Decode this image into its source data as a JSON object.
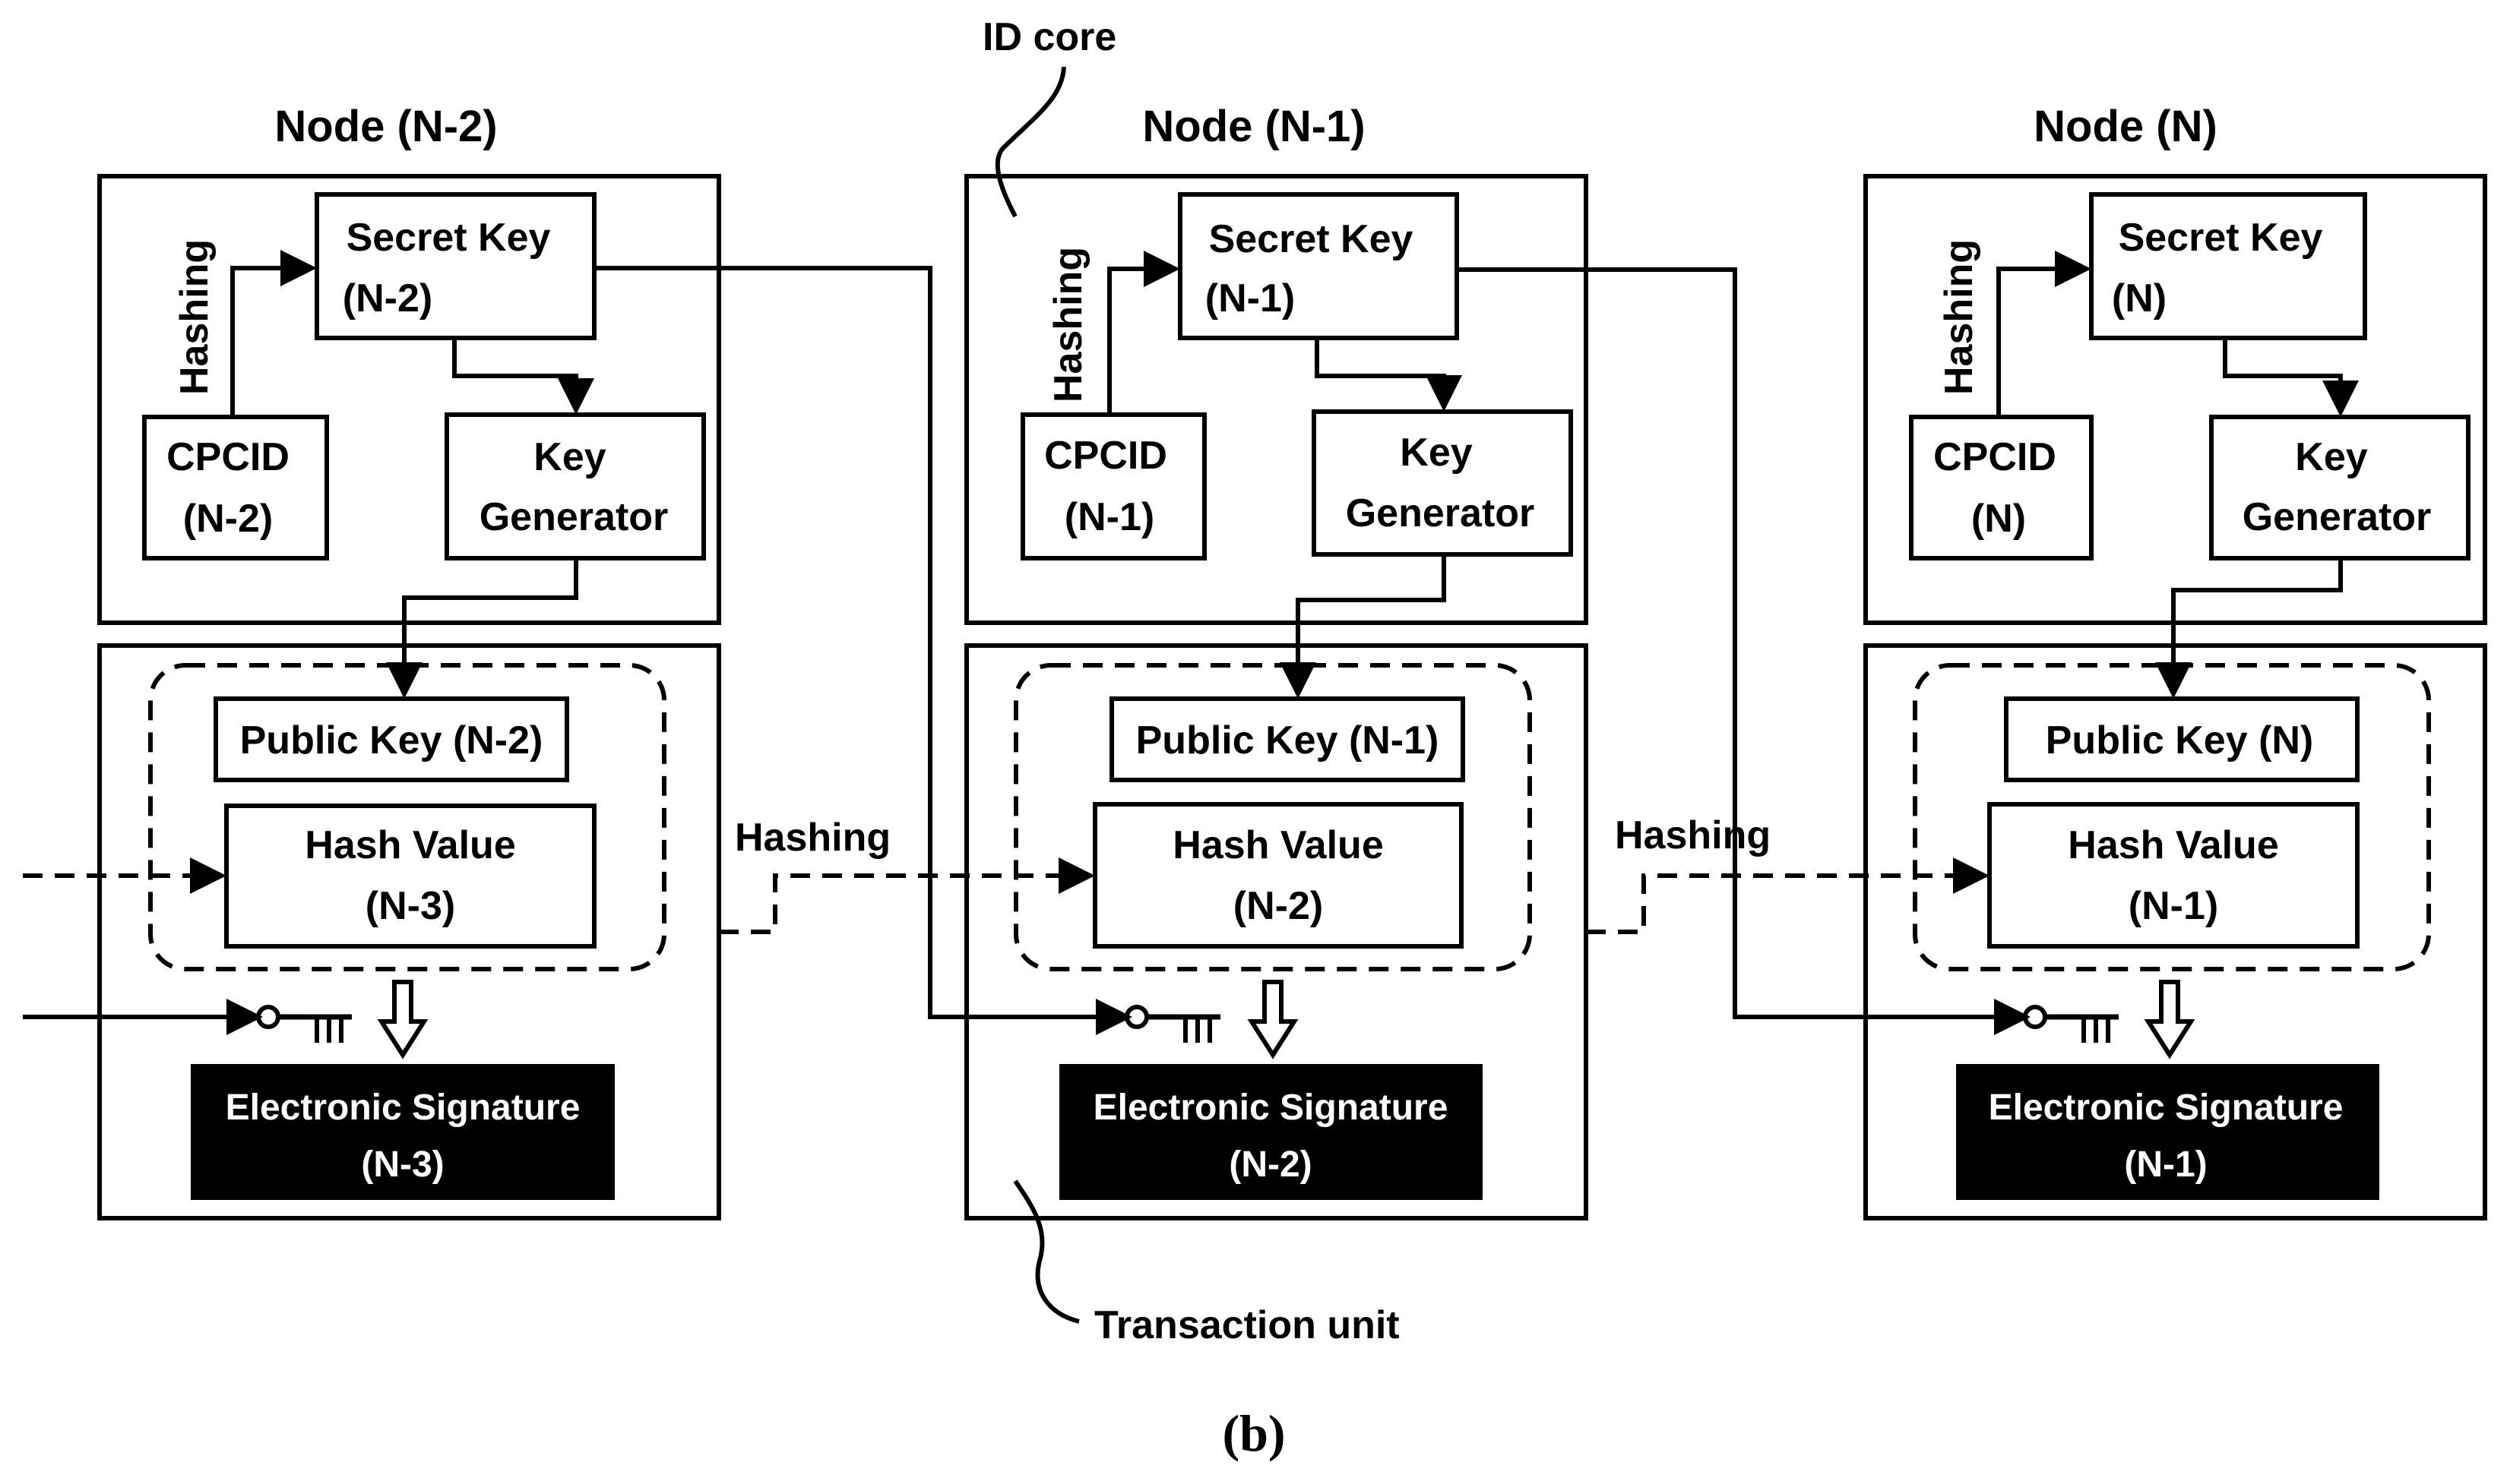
{
  "labels": {
    "id_core": "ID core",
    "transaction_unit": "Transaction unit",
    "hashing": "Hashing",
    "caption": "(b)"
  },
  "nodes": [
    {
      "title": "Node (N-2)",
      "secret_key": [
        "Secret Key",
        "(N-2)"
      ],
      "cpcid": [
        "CPCID",
        "(N-2)"
      ],
      "key_generator": [
        "Key",
        "Generator"
      ],
      "public_key": "Public Key (N-2)",
      "hash_value": [
        "Hash Value",
        "(N-3)"
      ],
      "signature": [
        "Electronic Signature",
        "(N-3)"
      ]
    },
    {
      "title": "Node (N-1)",
      "secret_key": [
        "Secret Key",
        "(N-1)"
      ],
      "cpcid": [
        "CPCID",
        "(N-1)"
      ],
      "key_generator": [
        "Key",
        "Generator"
      ],
      "public_key": "Public Key (N-1)",
      "hash_value": [
        "Hash Value",
        "(N-2)"
      ],
      "signature": [
        "Electronic Signature",
        "(N-2)"
      ]
    },
    {
      "title": "Node (N)",
      "secret_key": [
        "Secret Key",
        "(N)"
      ],
      "cpcid": [
        "CPCID",
        "(N)"
      ],
      "key_generator": [
        "Key",
        "Generator"
      ],
      "public_key": "Public Key (N)",
      "hash_value": [
        "Hash Value",
        "(N-1)"
      ],
      "signature": [
        "Electronic Signature",
        "(N-1)"
      ]
    }
  ]
}
